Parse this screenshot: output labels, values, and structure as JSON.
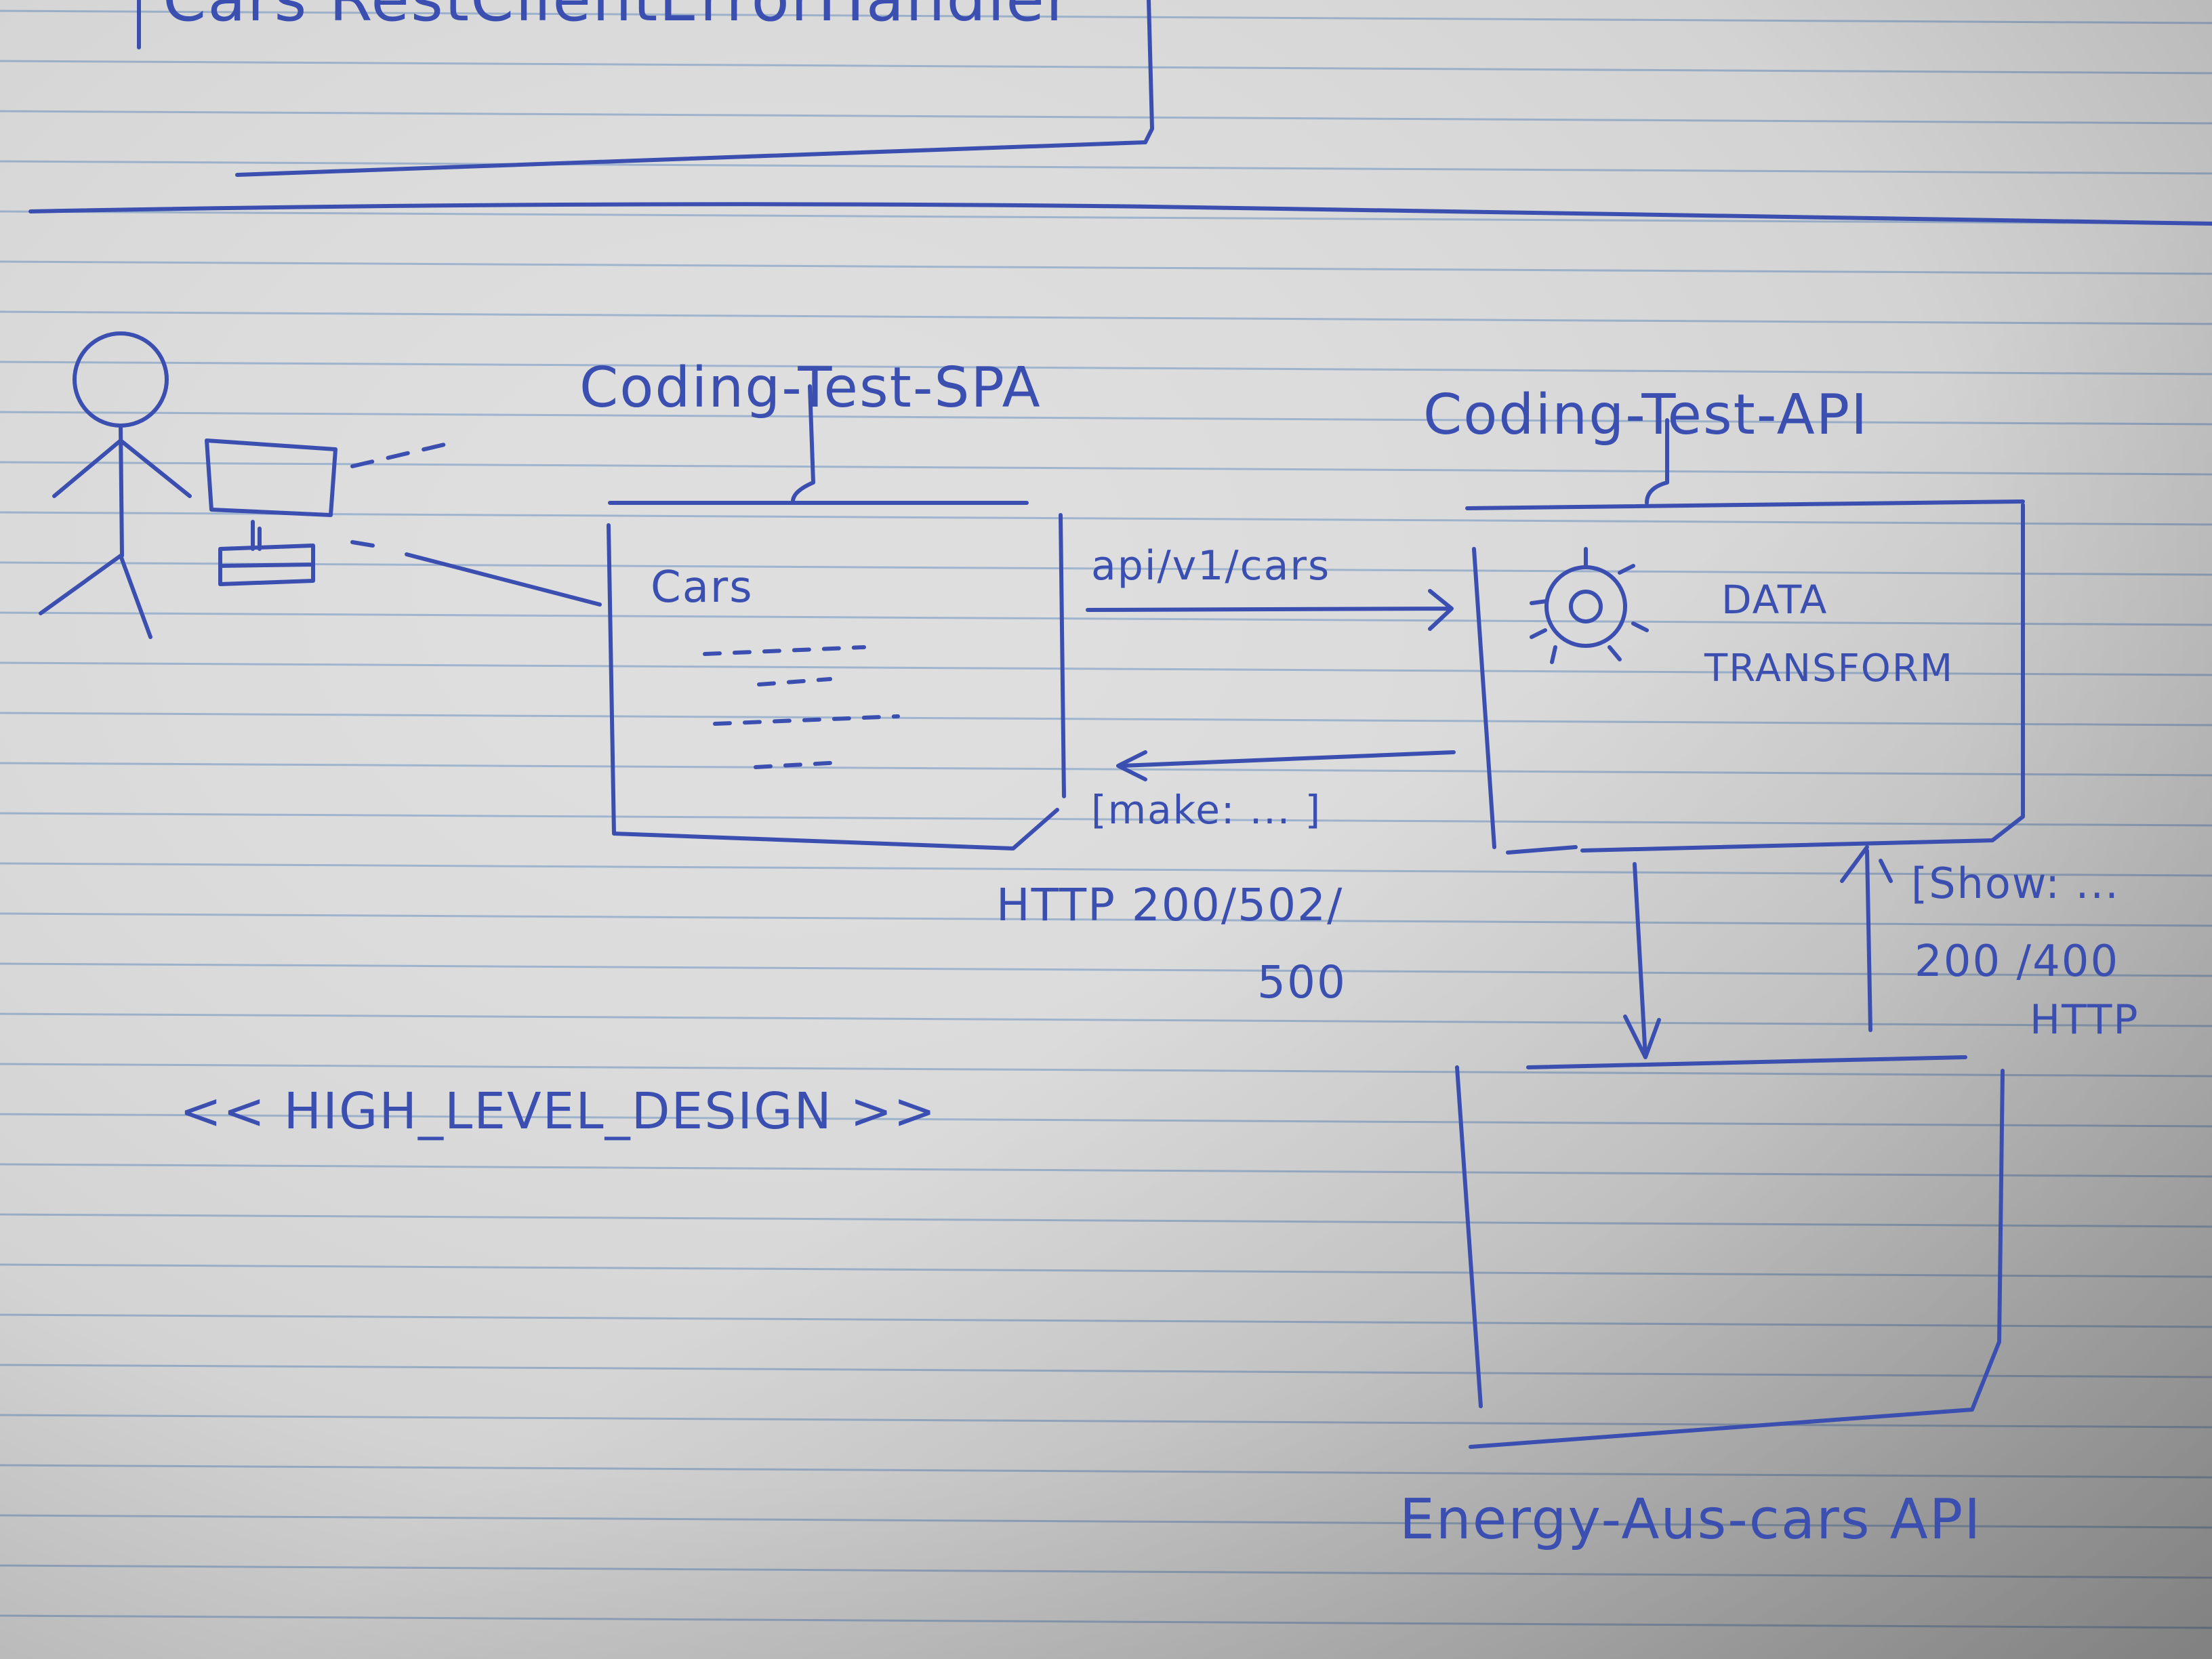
{
  "colors": {
    "paper": "#dedede",
    "paper_shadow": "#b9b9b9",
    "rule_line": "#9fb4cf",
    "ink": "#3b4fb0"
  },
  "diagram": {
    "top_partial_text": "Cars RestClientErrorHandler",
    "spa": {
      "title": "Coding-Test-SPA",
      "box_label": "Cars"
    },
    "api": {
      "title": "Coding-Test-API",
      "gear_icon": "gear-icon",
      "component_line1": "DATA",
      "component_line2": "TRANSFORM"
    },
    "request_label": "api/v1/cars",
    "response_label": "[make: ... ]",
    "spa_status_line1": "HTTP 200/502/",
    "spa_status_line2": "500",
    "external_response_label": "[Show: ...",
    "external_status_line1": "200 /400",
    "external_status_line2": "HTTP",
    "design_caption": "<< HIGH_LEVEL_DESIGN >>",
    "external_api_title": "Energy-Aus-cars API"
  }
}
